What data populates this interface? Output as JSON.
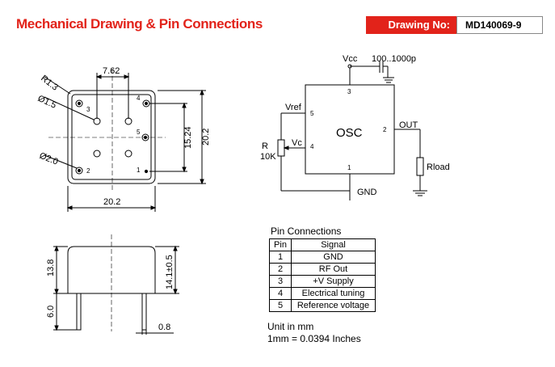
{
  "header": {
    "title": "Mechanical Drawing & Pin Connections",
    "drawing_no_label": "Drawing No:",
    "drawing_no_value": "MD140069-9"
  },
  "top_view": {
    "dim_r": "R1.3",
    "dim_hole": "Ø1.5",
    "dim_pin_dia": "Ø2.0",
    "dim_pitch": "7.62",
    "dim_height_inner": "15.24",
    "dim_height_outer": "20.2",
    "dim_width": "20.2",
    "pin_labels": [
      "1",
      "2",
      "3",
      "4",
      "5"
    ]
  },
  "side_view": {
    "dim_body": "13.8",
    "dim_total": "14.1±0.5",
    "dim_leg": "6.0",
    "dim_pin": "0.8"
  },
  "schematic": {
    "vcc": "Vcc",
    "cap": "100..1000p",
    "osc": "OSC",
    "vref": "Vref",
    "vc": "Vc",
    "r": "R",
    "r_value": "10K",
    "out": "OUT",
    "rload": "Rload",
    "gnd": "GND",
    "pin_nums": [
      "1",
      "2",
      "3",
      "4",
      "5"
    ]
  },
  "pin_table": {
    "title": "Pin Connections",
    "headers": [
      "Pin",
      "Signal"
    ],
    "rows": [
      {
        "pin": "1",
        "signal": "GND"
      },
      {
        "pin": "2",
        "signal": "RF Out"
      },
      {
        "pin": "3",
        "signal": "+V Supply"
      },
      {
        "pin": "4",
        "signal": "Electrical tuning"
      },
      {
        "pin": "5",
        "signal": "Reference voltage"
      }
    ]
  },
  "units": {
    "line1": "Unit in mm",
    "line2": "1mm = 0.0394 Inches"
  }
}
